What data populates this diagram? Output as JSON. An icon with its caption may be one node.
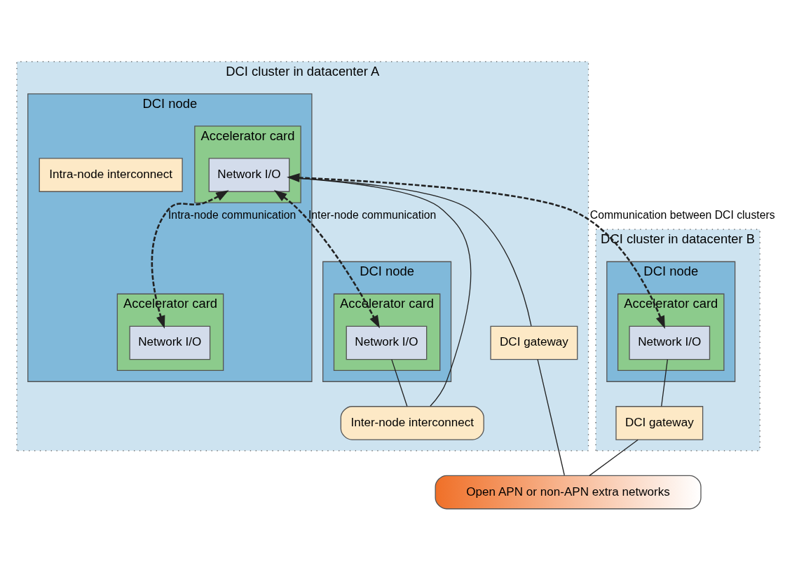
{
  "diagram": {
    "nodes": [
      {
        "text": [
          "DCI cluster in datacenter A"
        ]
      },
      {
        "text": [
          "DCI node"
        ],
        "in": 0
      },
      {
        "text": [
          "Intra-node interconnect"
        ],
        "in": 1
      },
      {
        "text": [
          "Accelerator card"
        ],
        "in": 1
      },
      {
        "text": [
          "Network I/O"
        ],
        "in": 3
      },
      {
        "text": [
          "Accelerator card"
        ],
        "in": 1
      },
      {
        "text": [
          "Network I/O"
        ],
        "in": 5
      },
      {
        "text": [
          "DCI node"
        ],
        "in": 0
      },
      {
        "text": [
          "Accelerator card"
        ],
        "in": 7
      },
      {
        "text": [
          "Network I/O"
        ],
        "in": 8
      },
      {
        "text": [
          "Inter-node interconnect"
        ],
        "in": 0
      },
      {
        "text": [
          "DCI gateway"
        ],
        "in": 0
      },
      {
        "text": [
          "DCI cluster in datacenter B"
        ]
      },
      {
        "text": [
          "DCI node"
        ],
        "in": 12
      },
      {
        "text": [
          "Accelerator card"
        ],
        "in": 13
      },
      {
        "text": [
          "Network I/O"
        ],
        "in": 14
      },
      {
        "text": [
          "DCI gateway"
        ],
        "in": 12
      },
      {
        "text": [
          "Open APN or non-APN extra networks"
        ]
      }
    ],
    "edges": [
      {
        "from": 4,
        "to": 10,
        "arrow": "none"
      },
      {
        "from": 9,
        "to": 10,
        "arrow": "none"
      },
      {
        "from": 4,
        "to": 11,
        "arrow": "none"
      },
      {
        "from": 11,
        "to": 17,
        "arrow": "none"
      },
      {
        "from": 15,
        "to": 16,
        "arrow": "none"
      },
      {
        "from": 16,
        "to": 17,
        "arrow": "none"
      },
      {
        "from": 4,
        "to": 6,
        "arrow": "both",
        "style": "dashed",
        "label": "Intra-node communication"
      },
      {
        "from": 4,
        "to": 9,
        "arrow": "both",
        "style": "dashed",
        "label": "Inter-node communication"
      },
      {
        "from": 4,
        "to": 15,
        "arrow": "both",
        "style": "dashed",
        "label": "Communication between DCI clusters"
      }
    ]
  }
}
